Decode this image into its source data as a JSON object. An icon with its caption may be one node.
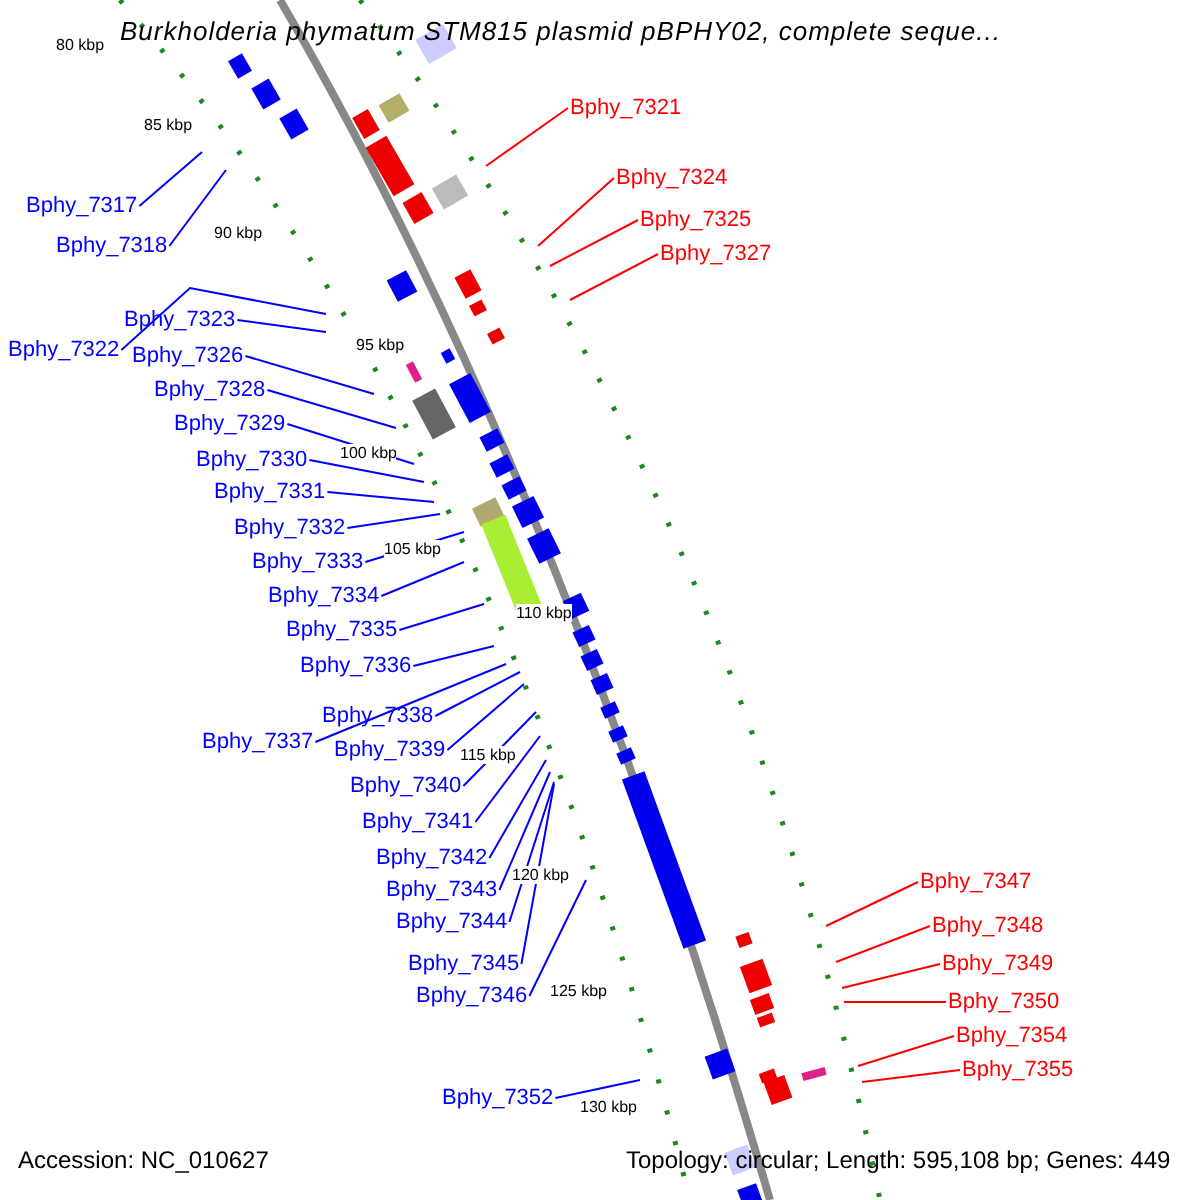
{
  "diagram": {
    "title": "Burkholderia phymatum STM815 plasmid pBPHY02, complete seque...",
    "nodes": [
      {
        "text": [
          "Bphy_7321"
        ]
      },
      {
        "text": [
          "Bphy_7324"
        ]
      },
      {
        "text": [
          "Bphy_7317"
        ]
      },
      {
        "text": [
          "Bphy_7325"
        ]
      },
      {
        "text": [
          "Bphy_7318"
        ]
      },
      {
        "text": [
          "Bphy_7327"
        ]
      },
      {
        "text": [
          "Bphy_7323"
        ]
      },
      {
        "text": [
          "Bphy_7322"
        ]
      },
      {
        "text": [
          "Bphy_7326"
        ]
      },
      {
        "text": [
          "Bphy_7328"
        ]
      },
      {
        "text": [
          "Bphy_7329"
        ]
      },
      {
        "text": [
          "Bphy_7330"
        ]
      },
      {
        "text": [
          "Bphy_7331"
        ]
      },
      {
        "text": [
          "Bphy_7332"
        ]
      },
      {
        "text": [
          "Bphy_7333"
        ]
      },
      {
        "text": [
          "Bphy_7334"
        ]
      },
      {
        "text": [
          "Bphy_7335"
        ]
      },
      {
        "text": [
          "Bphy_7336"
        ]
      },
      {
        "text": [
          "Bphy_7338"
        ]
      },
      {
        "text": [
          "Bphy_7337"
        ]
      },
      {
        "text": [
          "Bphy_7339"
        ]
      },
      {
        "text": [
          "Bphy_7340"
        ]
      },
      {
        "text": [
          "Bphy_7341"
        ]
      },
      {
        "text": [
          "Bphy_7342"
        ]
      },
      {
        "text": [
          "Bphy_7343"
        ]
      },
      {
        "text": [
          "Bphy_7344"
        ]
      },
      {
        "text": [
          "Bphy_7345"
        ]
      },
      {
        "text": [
          "Bphy_7346"
        ]
      },
      {
        "text": [
          "Bphy_7347"
        ]
      },
      {
        "text": [
          "Bphy_7348"
        ]
      },
      {
        "text": [
          "Bphy_7349"
        ]
      },
      {
        "text": [
          "Bphy_7350"
        ]
      },
      {
        "text": [
          "Bphy_7354"
        ]
      },
      {
        "text": [
          "Bphy_7355"
        ]
      },
      {
        "text": [
          "Bphy_7352"
        ]
      }
    ],
    "edges": [
      {
        "from": 0,
        "to": null,
        "arrow": "none",
        "color": "#ff0000"
      },
      {
        "from": 1,
        "to": null,
        "arrow": "none",
        "color": "#ff0000"
      },
      {
        "from": 2,
        "to": null,
        "arrow": "none"
      },
      {
        "from": 3,
        "to": null,
        "arrow": "none",
        "color": "#ff0000"
      },
      {
        "from": 4,
        "to": null,
        "arrow": "none"
      },
      {
        "from": 5,
        "to": null,
        "arrow": "none",
        "color": "#ff0000"
      },
      {
        "from": 6,
        "to": null,
        "arrow": "none"
      },
      {
        "from": 7,
        "to": null,
        "arrow": "none"
      },
      {
        "from": 8,
        "to": null,
        "arrow": "none"
      },
      {
        "from": 9,
        "to": null,
        "arrow": "none"
      },
      {
        "from": 10,
        "to": null,
        "arrow": "none"
      },
      {
        "from": 11,
        "to": null,
        "arrow": "none"
      },
      {
        "from": 12,
        "to": null,
        "arrow": "none"
      },
      {
        "from": 13,
        "to": null,
        "arrow": "none"
      },
      {
        "from": 14,
        "to": null,
        "arrow": "none"
      },
      {
        "from": 15,
        "to": null,
        "arrow": "none"
      },
      {
        "from": 16,
        "to": null,
        "arrow": "none"
      },
      {
        "from": 17,
        "to": null,
        "arrow": "none"
      },
      {
        "from": 18,
        "to": null,
        "arrow": "none"
      },
      {
        "from": 19,
        "to": null,
        "arrow": "none"
      },
      {
        "from": 20,
        "to": null,
        "arrow": "none"
      },
      {
        "from": 21,
        "to": null,
        "arrow": "none"
      },
      {
        "from": 22,
        "to": null,
        "arrow": "none"
      },
      {
        "from": 23,
        "to": null,
        "arrow": "none"
      },
      {
        "from": 24,
        "to": null,
        "arrow": "none"
      },
      {
        "from": 25,
        "to": null,
        "arrow": "none"
      },
      {
        "from": 26,
        "to": null,
        "arrow": "none"
      },
      {
        "from": 27,
        "to": null,
        "arrow": "none"
      },
      {
        "from": 28,
        "to": null,
        "arrow": "none",
        "color": "#ff0000"
      },
      {
        "from": 29,
        "to": null,
        "arrow": "none",
        "color": "#ff0000"
      },
      {
        "from": 30,
        "to": null,
        "arrow": "none",
        "color": "#ff0000"
      },
      {
        "from": 31,
        "to": null,
        "arrow": "none",
        "color": "#ff0000"
      },
      {
        "from": 32,
        "to": null,
        "arrow": "none",
        "color": "#ff0000"
      },
      {
        "from": 33,
        "to": null,
        "arrow": "none",
        "color": "#ff0000"
      },
      {
        "from": 34,
        "to": null,
        "arrow": "none"
      }
    ],
    "labels": [
      "80 kbp",
      "85 kbp",
      "90 kbp",
      "95 kbp",
      "100 kbp",
      "105 kbp",
      "110 kbp",
      "115 kbp",
      "120 kbp",
      "125 kbp",
      "130 kbp",
      "Accession: NC_010627",
      "Topology: circular; Length: 595,108 bp; Genes: 449"
    ]
  }
}
